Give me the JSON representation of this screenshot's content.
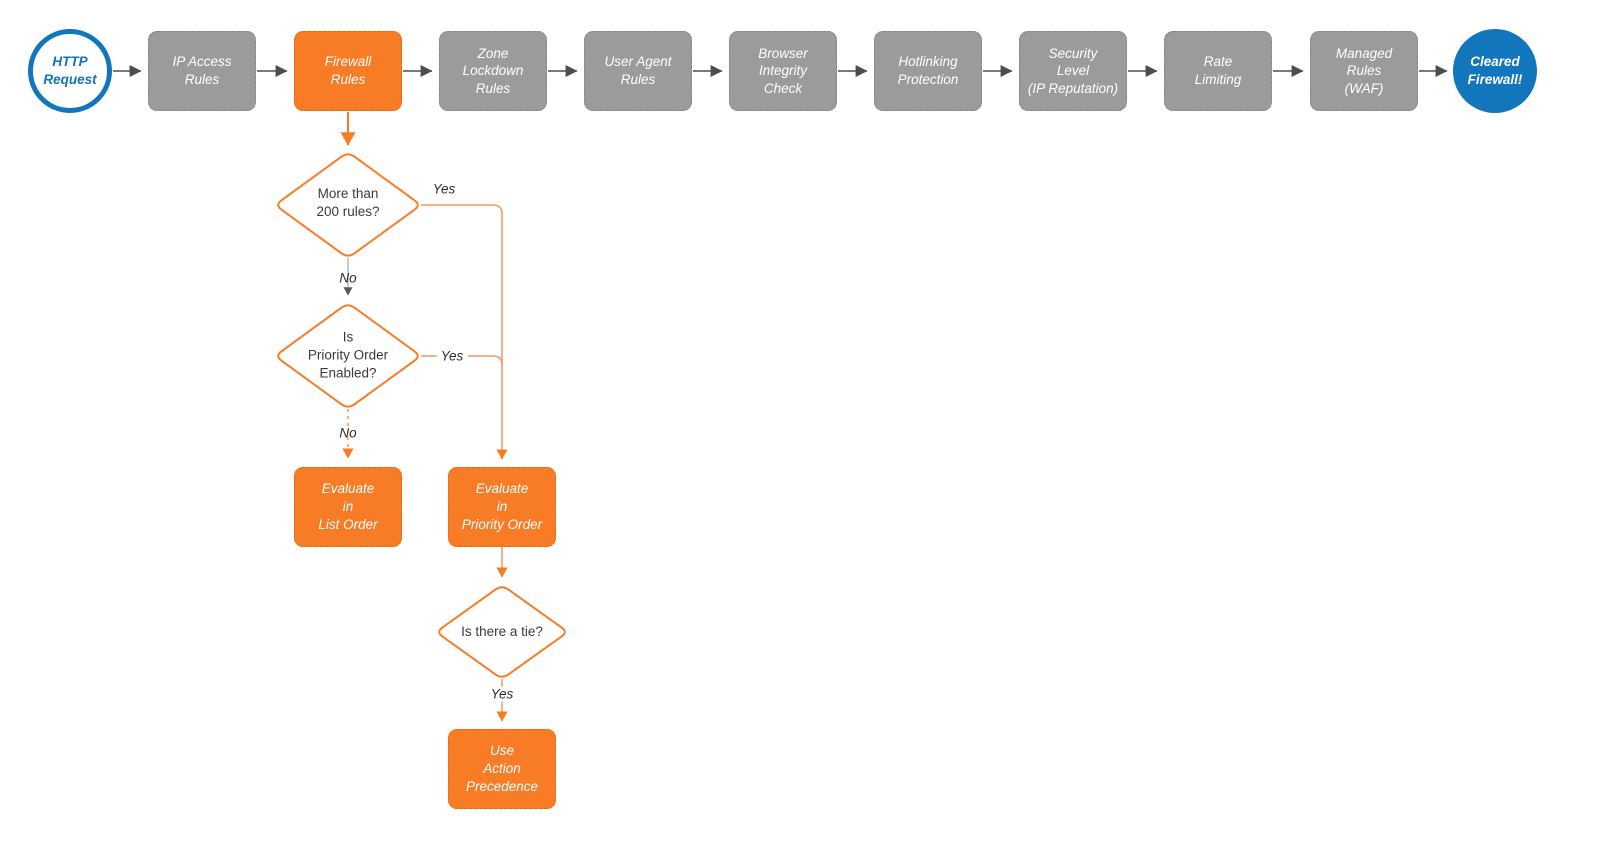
{
  "colors": {
    "stage_gray": "#9B9B9B",
    "accent_orange": "#F87C26",
    "orange_line": "#F9965B",
    "brand_blue": "#1176BC",
    "connector_gray": "#4D4D4D",
    "text_dark": "#3B3B3B",
    "text_white": "#FFFFFF"
  },
  "pipeline": {
    "start_label": "HTTP\nRequest",
    "end_label": "Cleared\nFirewall!",
    "stages": [
      {
        "label": "IP Access\nRules"
      },
      {
        "label": "Firewall\nRules"
      },
      {
        "label": "Zone\nLockdown\nRules"
      },
      {
        "label": "User Agent\nRules"
      },
      {
        "label": "Browser\nIntegrity\nCheck"
      },
      {
        "label": "Hotlinking\nProtection"
      },
      {
        "label": "Security\nLevel\n(IP Reputation)"
      },
      {
        "label": "Rate\nLimiting"
      },
      {
        "label": "Managed\nRules\n(WAF)"
      }
    ]
  },
  "branch": {
    "decisions": [
      {
        "label": "More than\n200 rules?"
      },
      {
        "label": "Is\nPriority Order\nEnabled?"
      },
      {
        "label": "Is there a tie?"
      }
    ],
    "actions": [
      {
        "label": "Evaluate\nin\nList Order"
      },
      {
        "label": "Evaluate\nin\nPriority Order"
      },
      {
        "label": "Use\nAction\nPrecedence"
      }
    ],
    "edge_labels": {
      "yes1": "Yes",
      "no1": "No",
      "yes2": "Yes",
      "no2": "No",
      "yes3": "Yes"
    }
  }
}
